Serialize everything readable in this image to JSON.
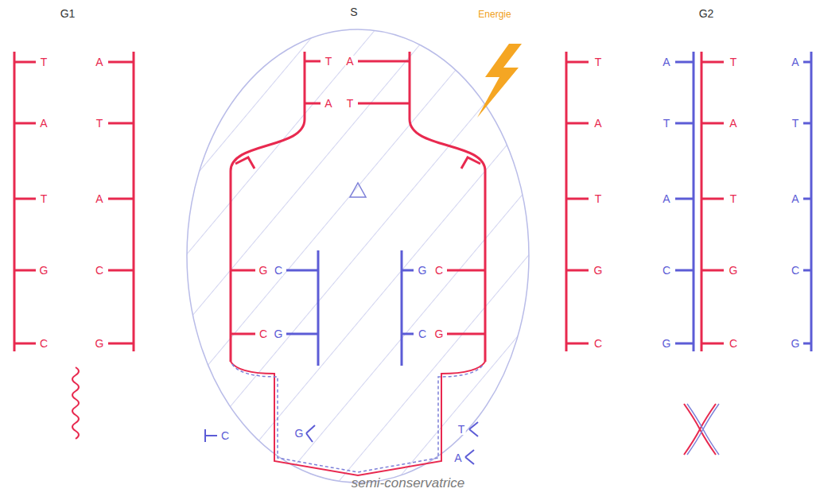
{
  "diagram": {
    "caption": "semi-conservatrice",
    "labels": [
      "G1",
      "S",
      "G2",
      "Energie",
      "T",
      "A",
      "A",
      "T",
      "T",
      "A",
      "G",
      "C",
      "C",
      "G",
      "T",
      "A",
      "A",
      "T",
      "G",
      "C",
      "C",
      "G",
      "G",
      "C",
      "C",
      "G",
      "C",
      "G",
      "T",
      "A",
      "T",
      "A",
      "A",
      "T",
      "T",
      "A",
      "G",
      "C",
      "C",
      "G",
      "T",
      "A",
      "A",
      "T",
      "T",
      "A",
      "G",
      "C",
      "C",
      "G"
    ]
  }
}
